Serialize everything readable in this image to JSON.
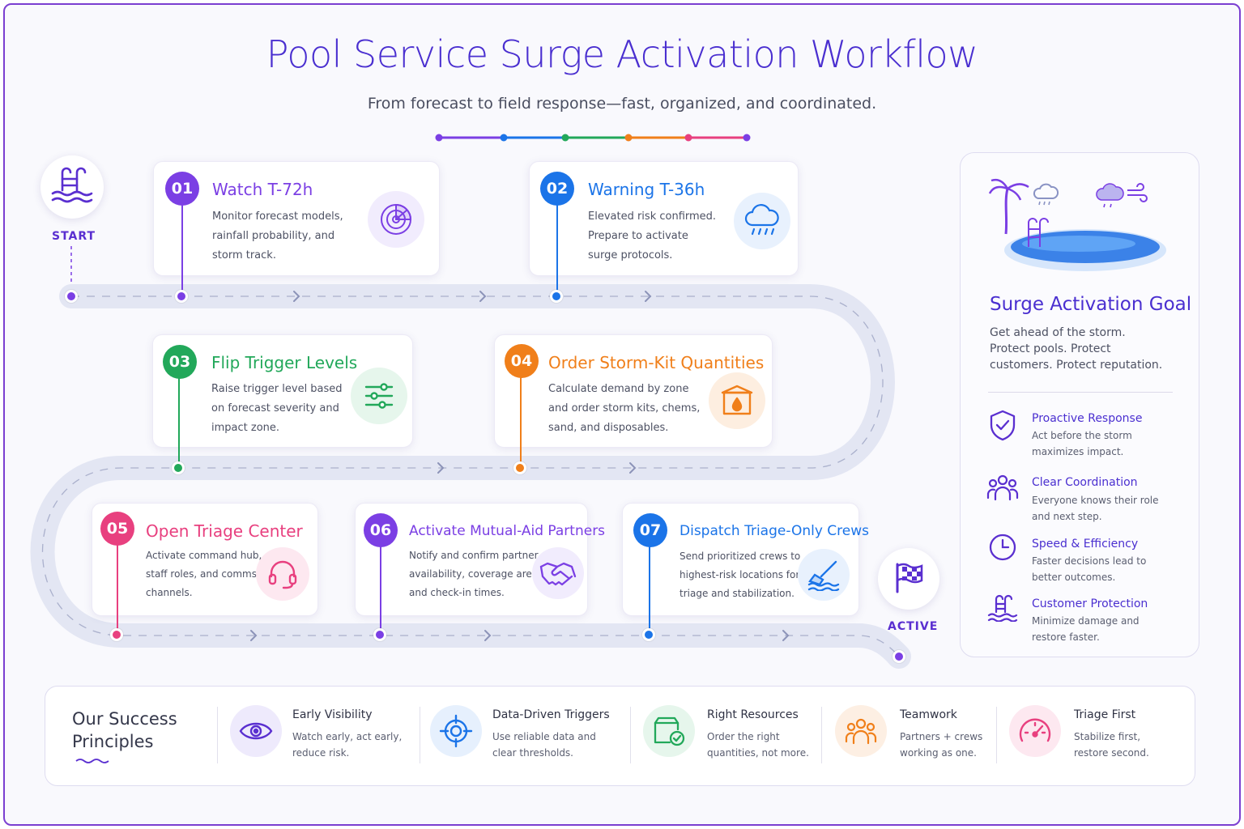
{
  "header": {
    "title": "Pool Service Surge Activation Workflow",
    "subtitle": "From forecast to field response—fast, organized, and coordinated."
  },
  "colors": {
    "purple": "#7b3fe4",
    "blue": "#1b74e8",
    "green": "#22a85a",
    "orange": "#f07f1a",
    "pink": "#e8407f",
    "violet": "#7b3fe4",
    "brand": "#4a2fd0"
  },
  "start": {
    "label": "START",
    "icon": "pool-ladder-icon"
  },
  "end": {
    "label": "ACTIVE",
    "icon": "checkered-flag-icon"
  },
  "steps": [
    {
      "number": "01",
      "title": "Watch T-72h",
      "description": "Monitor forecast models,\nrainfall probability, and\nstorm track.",
      "icon": "radar-icon",
      "color": "#7b3fe4"
    },
    {
      "number": "02",
      "title": "Warning T-36h",
      "description": "Elevated risk confirmed.\nPrepare to activate\nsurge protocols.",
      "icon": "rain-cloud-icon",
      "color": "#1b74e8"
    },
    {
      "number": "03",
      "title": "Flip Trigger Levels",
      "description": "Raise trigger level based\non forecast severity and\nimpact zone.",
      "icon": "sliders-icon",
      "color": "#22a85a"
    },
    {
      "number": "04",
      "title": "Order Storm-Kit Quantities",
      "description": "Calculate demand by zone\nand order storm kits, chems,\nsand, and disposables.",
      "icon": "storm-kit-box-icon",
      "color": "#f07f1a"
    },
    {
      "number": "05",
      "title": "Open Triage Center",
      "description": "Activate command hub,\nstaff roles, and comms\nchannels.",
      "icon": "headset-icon",
      "color": "#e8407f"
    },
    {
      "number": "06",
      "title": "Activate Mutual-Aid Partners",
      "description": "Notify and confirm partner\navailability, coverage areas,\nand check-in times.",
      "icon": "handshake-icon",
      "color": "#7b3fe4"
    },
    {
      "number": "07",
      "title": "Dispatch Triage-Only Crews",
      "description": "Send prioritized crews to\nhighest-risk locations for\ntriage and stabilization.",
      "icon": "pool-skimmer-icon",
      "color": "#1b74e8"
    }
  ],
  "goal": {
    "title": "Surge Activation Goal",
    "text": "Get ahead of the storm.\nProtect pools. Protect\ncustomers. Protect reputation.",
    "benefits": [
      {
        "title": "Proactive Response",
        "description": "Act before the storm\nmaximizes impact.",
        "icon": "shield-check-icon"
      },
      {
        "title": "Clear Coordination",
        "description": "Everyone knows their role\nand next step.",
        "icon": "team-icon"
      },
      {
        "title": "Speed & Efficiency",
        "description": "Faster decisions lead to\nbetter outcomes.",
        "icon": "clock-icon"
      },
      {
        "title": "Customer Protection",
        "description": "Minimize damage and\nrestore faster.",
        "icon": "pool-ladder-icon"
      }
    ]
  },
  "principles": {
    "heading": "Our Success\nPrinciples",
    "items": [
      {
        "title": "Early Visibility",
        "description": "Watch early, act early,\nreduce risk.",
        "icon": "eye-icon"
      },
      {
        "title": "Data-Driven Triggers",
        "description": "Use reliable data and\nclear thresholds.",
        "icon": "crosshair-target-icon"
      },
      {
        "title": "Right Resources",
        "description": "Order the right\nquantities, not more.",
        "icon": "checked-box-icon"
      },
      {
        "title": "Teamwork",
        "description": "Partners + crews\nworking as one.",
        "icon": "people-icon"
      },
      {
        "title": "Triage First",
        "description": "Stabilize first,\nrestore second.",
        "icon": "gauge-icon"
      }
    ]
  }
}
